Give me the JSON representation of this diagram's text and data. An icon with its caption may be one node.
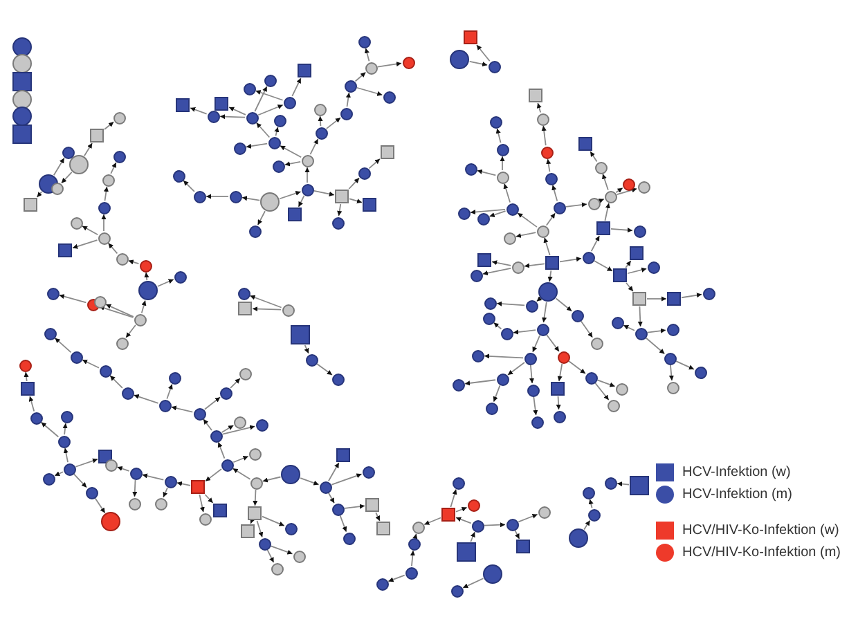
{
  "diagram": {
    "nodes": [
      {
        "text": [],
        "shape": "circle"
      },
      {
        "text": [],
        "shape": "circle"
      },
      {
        "text": [],
        "shape": "box"
      },
      {
        "text": [],
        "shape": "circle"
      },
      {
        "text": [],
        "shape": "circle"
      },
      {
        "text": [],
        "shape": "box"
      },
      {
        "text": [],
        "shape": "circle"
      },
      {
        "text": [],
        "shape": "box"
      },
      {
        "text": [],
        "shape": "circle"
      },
      {
        "text": [],
        "shape": "circle"
      },
      {
        "text": [],
        "shape": "circle"
      },
      {
        "text": [],
        "shape": "circle"
      },
      {
        "text": [],
        "shape": "box"
      },
      {
        "text": [],
        "shape": "circle"
      },
      {
        "text": [],
        "shape": "circle"
      },
      {
        "text": [],
        "shape": "circle"
      },
      {
        "text": [],
        "shape": "circle"
      },
      {
        "text": [],
        "shape": "circle"
      },
      {
        "text": [],
        "shape": "box"
      },
      {
        "text": [],
        "shape": "circle"
      },
      {
        "text": [],
        "shape": "circle"
      },
      {
        "text": [],
        "shape": "circle"
      },
      {
        "text": [],
        "shape": "circle"
      },
      {
        "text": [],
        "shape": "circle"
      },
      {
        "text": [],
        "shape": "circle"
      },
      {
        "text": [],
        "shape": "circle"
      },
      {
        "text": [],
        "shape": "circle"
      },
      {
        "text": [],
        "shape": "circle"
      },
      {
        "text": [],
        "shape": "circle"
      },
      {
        "text": [],
        "shape": "circle"
      },
      {
        "text": [],
        "shape": "circle"
      },
      {
        "text": [],
        "shape": "circle"
      },
      {
        "text": [],
        "shape": "circle"
      },
      {
        "text": [],
        "shape": "circle"
      },
      {
        "text": [],
        "shape": "circle"
      },
      {
        "text": [],
        "shape": "circle"
      },
      {
        "text": [],
        "shape": "circle"
      },
      {
        "text": [],
        "shape": "circle"
      },
      {
        "text": [],
        "shape": "box"
      },
      {
        "text": [],
        "shape": "circle"
      },
      {
        "text": [],
        "shape": "circle"
      },
      {
        "text": [],
        "shape": "circle"
      },
      {
        "text": [],
        "shape": "circle"
      },
      {
        "text": [],
        "shape": "box"
      },
      {
        "text": [],
        "shape": "box"
      },
      {
        "text": [],
        "shape": "circle"
      },
      {
        "text": [],
        "shape": "circle"
      },
      {
        "text": [],
        "shape": "circle"
      },
      {
        "text": [],
        "shape": "circle"
      },
      {
        "text": [],
        "shape": "circle"
      },
      {
        "text": [],
        "shape": "circle"
      },
      {
        "text": [],
        "shape": "circle"
      },
      {
        "text": [],
        "shape": "circle"
      },
      {
        "text": [],
        "shape": "circle"
      },
      {
        "text": [],
        "shape": "circle"
      },
      {
        "text": [],
        "shape": "box"
      },
      {
        "text": [],
        "shape": "box"
      },
      {
        "text": [],
        "shape": "circle"
      },
      {
        "text": [],
        "shape": "box"
      },
      {
        "text": [],
        "shape": "box"
      },
      {
        "text": [],
        "shape": "circle"
      },
      {
        "text": [],
        "shape": "box"
      },
      {
        "text": [],
        "shape": "circle"
      },
      {
        "text": [],
        "shape": "circle"
      },
      {
        "text": [],
        "shape": "circle"
      },
      {
        "text": [],
        "shape": "box"
      },
      {
        "text": [],
        "shape": "circle"
      },
      {
        "text": [],
        "shape": "box"
      },
      {
        "text": [],
        "shape": "circle"
      },
      {
        "text": [],
        "shape": "circle"
      },
      {
        "text": [],
        "shape": "circle"
      },
      {
        "text": [],
        "shape": "circle"
      },
      {
        "text": [],
        "shape": "circle"
      },
      {
        "text": [],
        "shape": "circle"
      },
      {
        "text": [],
        "shape": "circle"
      },
      {
        "text": [],
        "shape": "circle"
      },
      {
        "text": [],
        "shape": "circle"
      },
      {
        "text": [],
        "shape": "circle"
      },
      {
        "text": [],
        "shape": "circle"
      },
      {
        "text": [],
        "shape": "circle"
      },
      {
        "text": [],
        "shape": "circle"
      },
      {
        "text": [],
        "shape": "circle"
      },
      {
        "text": [],
        "shape": "circle"
      },
      {
        "text": [],
        "shape": "circle"
      },
      {
        "text": [],
        "shape": "circle"
      },
      {
        "text": [],
        "shape": "circle"
      },
      {
        "text": [],
        "shape": "circle"
      },
      {
        "text": [],
        "shape": "box"
      },
      {
        "text": [],
        "shape": "circle"
      },
      {
        "text": [],
        "shape": "circle"
      },
      {
        "text": [],
        "shape": "box"
      },
      {
        "text": [],
        "shape": "box"
      },
      {
        "text": [],
        "shape": "circle"
      },
      {
        "text": [],
        "shape": "box"
      },
      {
        "text": [],
        "shape": "box"
      },
      {
        "text": [],
        "shape": "circle"
      },
      {
        "text": [],
        "shape": "circle"
      },
      {
        "text": [],
        "shape": "circle"
      },
      {
        "text": [],
        "shape": "circle"
      },
      {
        "text": [],
        "shape": "box"
      },
      {
        "text": [],
        "shape": "box"
      },
      {
        "text": [],
        "shape": "circle"
      },
      {
        "text": [],
        "shape": "circle"
      },
      {
        "text": [],
        "shape": "circle"
      },
      {
        "text": [],
        "shape": "circle"
      },
      {
        "text": [],
        "shape": "circle"
      },
      {
        "text": [],
        "shape": "box"
      },
      {
        "text": [],
        "shape": "circle"
      },
      {
        "text": [],
        "shape": "circle"
      },
      {
        "text": [],
        "shape": "circle"
      },
      {
        "text": [],
        "shape": "circle"
      },
      {
        "text": [],
        "shape": "circle"
      },
      {
        "text": [],
        "shape": "circle"
      },
      {
        "text": [],
        "shape": "circle"
      },
      {
        "text": [],
        "shape": "circle"
      },
      {
        "text": [],
        "shape": "box"
      },
      {
        "text": [],
        "shape": "circle"
      },
      {
        "text": [],
        "shape": "circle"
      },
      {
        "text": [],
        "shape": "circle"
      },
      {
        "text": [],
        "shape": "circle"
      },
      {
        "text": [],
        "shape": "circle"
      },
      {
        "text": [],
        "shape": "box"
      },
      {
        "text": [],
        "shape": "circle"
      },
      {
        "text": [],
        "shape": "circle"
      },
      {
        "text": [],
        "shape": "circle"
      },
      {
        "text": [],
        "shape": "circle"
      },
      {
        "text": [],
        "shape": "circle"
      },
      {
        "text": [],
        "shape": "box"
      },
      {
        "text": [],
        "shape": "box"
      },
      {
        "text": [],
        "shape": "circle"
      },
      {
        "text": [],
        "shape": "circle"
      },
      {
        "text": [],
        "shape": "circle"
      },
      {
        "text": [],
        "shape": "circle"
      },
      {
        "text": [],
        "shape": "circle"
      },
      {
        "text": [],
        "shape": "circle"
      },
      {
        "text": [],
        "shape": "box"
      },
      {
        "text": [],
        "shape": "box"
      },
      {
        "text": [],
        "shape": "circle"
      },
      {
        "text": [],
        "shape": "circle"
      },
      {
        "text": [],
        "shape": "circle"
      },
      {
        "text": [],
        "shape": "circle"
      },
      {
        "text": [],
        "shape": "circle"
      },
      {
        "text": [],
        "shape": "circle"
      },
      {
        "text": [],
        "shape": "circle"
      },
      {
        "text": [],
        "shape": "circle"
      },
      {
        "text": [],
        "shape": "circle"
      },
      {
        "text": [],
        "shape": "circle"
      },
      {
        "text": [],
        "shape": "circle"
      },
      {
        "text": [],
        "shape": "circle"
      },
      {
        "text": [],
        "shape": "circle"
      },
      {
        "text": [],
        "shape": "circle"
      },
      {
        "text": [],
        "shape": "circle"
      },
      {
        "text": [],
        "shape": "circle"
      },
      {
        "text": [],
        "shape": "circle"
      },
      {
        "text": [],
        "shape": "circle"
      },
      {
        "text": [],
        "shape": "box"
      },
      {
        "text": [],
        "shape": "box"
      },
      {
        "text": [],
        "shape": "circle"
      },
      {
        "text": [],
        "shape": "circle"
      },
      {
        "text": [],
        "shape": "box"
      },
      {
        "text": [],
        "shape": "circle"
      },
      {
        "text": [],
        "shape": "box"
      },
      {
        "text": [],
        "shape": "circle"
      },
      {
        "text": [],
        "shape": "box"
      },
      {
        "text": [],
        "shape": "box"
      },
      {
        "text": [],
        "shape": "circle"
      },
      {
        "text": [],
        "shape": "box"
      },
      {
        "text": [],
        "shape": "box"
      },
      {
        "text": [],
        "shape": "circle"
      },
      {
        "text": [],
        "shape": "circle"
      },
      {
        "text": [],
        "shape": "circle"
      },
      {
        "text": [],
        "shape": "circle"
      },
      {
        "text": [],
        "shape": "circle"
      },
      {
        "text": [],
        "shape": "circle"
      },
      {
        "text": [],
        "shape": "circle"
      },
      {
        "text": [],
        "shape": "circle"
      },
      {
        "text": [],
        "shape": "circle"
      },
      {
        "text": [],
        "shape": "circle"
      },
      {
        "text": [],
        "shape": "circle"
      },
      {
        "text": [],
        "shape": "circle"
      },
      {
        "text": [],
        "shape": "circle"
      },
      {
        "text": [],
        "shape": "circle"
      },
      {
        "text": [],
        "shape": "circle"
      },
      {
        "text": [],
        "shape": "circle"
      },
      {
        "text": [],
        "shape": "circle"
      },
      {
        "text": [],
        "shape": "box"
      },
      {
        "text": [],
        "shape": "circle"
      },
      {
        "text": [],
        "shape": "circle"
      },
      {
        "text": [],
        "shape": "circle"
      },
      {
        "text": [],
        "shape": "circle"
      },
      {
        "text": [],
        "shape": "circle"
      },
      {
        "text": [],
        "shape": "circle"
      },
      {
        "text": [],
        "shape": "circle"
      },
      {
        "text": [],
        "shape": "circle"
      },
      {
        "text": [],
        "shape": "circle"
      },
      {
        "text": [],
        "shape": "circle"
      }
    ],
    "edges": [
      {
        "from": 8,
        "to": 7,
        "arrow": "to"
      },
      {
        "from": 7,
        "to": 6,
        "arrow": "to"
      },
      {
        "from": 8,
        "to": 11,
        "arrow": "to"
      },
      {
        "from": 10,
        "to": 9,
        "arrow": "to"
      },
      {
        "from": 10,
        "to": 12,
        "arrow": "to"
      },
      {
        "from": 23,
        "to": 21,
        "arrow": "to"
      },
      {
        "from": 21,
        "to": 20,
        "arrow": "to"
      },
      {
        "from": 20,
        "to": 19,
        "arrow": "to"
      },
      {
        "from": 19,
        "to": 16,
        "arrow": "to"
      },
      {
        "from": 16,
        "to": 17,
        "arrow": "to"
      },
      {
        "from": 16,
        "to": 18,
        "arrow": "to"
      },
      {
        "from": 16,
        "to": 15,
        "arrow": "to"
      },
      {
        "from": 15,
        "to": 14,
        "arrow": "to"
      },
      {
        "from": 14,
        "to": 13,
        "arrow": "to"
      },
      {
        "from": 21,
        "to": 22,
        "arrow": "to"
      },
      {
        "from": 23,
        "to": 24,
        "arrow": "to"
      },
      {
        "from": 24,
        "to": 25,
        "arrow": "to"
      },
      {
        "from": 23,
        "to": 26,
        "arrow": "to"
      },
      {
        "from": 23,
        "to": 27,
        "arrow": "to"
      },
      {
        "from": 50,
        "to": 49,
        "arrow": "to"
      },
      {
        "from": 49,
        "to": 36,
        "arrow": "to"
      },
      {
        "from": 50,
        "to": 51,
        "arrow": "to"
      },
      {
        "from": 51,
        "to": 52,
        "arrow": "to"
      },
      {
        "from": 52,
        "to": 53,
        "arrow": "to"
      },
      {
        "from": 50,
        "to": 54,
        "arrow": "to"
      },
      {
        "from": 49,
        "to": 55,
        "arrow": "to"
      },
      {
        "from": 49,
        "to": 56,
        "arrow": "to"
      },
      {
        "from": 56,
        "to": 57,
        "arrow": "to"
      },
      {
        "from": 57,
        "to": 58,
        "arrow": "to"
      },
      {
        "from": 56,
        "to": 59,
        "arrow": "to"
      },
      {
        "from": 56,
        "to": 60,
        "arrow": "to"
      },
      {
        "from": 36,
        "to": 35,
        "arrow": "to"
      },
      {
        "from": 35,
        "to": 33,
        "arrow": "to"
      },
      {
        "from": 33,
        "to": 31,
        "arrow": "to"
      },
      {
        "from": 31,
        "to": 29,
        "arrow": "to"
      },
      {
        "from": 29,
        "to": 28,
        "arrow": "to"
      },
      {
        "from": 29,
        "to": 30,
        "arrow": "to"
      },
      {
        "from": 31,
        "to": 32,
        "arrow": "to"
      },
      {
        "from": 35,
        "to": 34,
        "arrow": "to"
      },
      {
        "from": 36,
        "to": 46,
        "arrow": "to"
      },
      {
        "from": 36,
        "to": 48,
        "arrow": "to"
      },
      {
        "from": 46,
        "to": 47,
        "arrow": "to"
      },
      {
        "from": 46,
        "to": 41,
        "arrow": "to"
      },
      {
        "from": 41,
        "to": 42,
        "arrow": "to"
      },
      {
        "from": 42,
        "to": 43,
        "arrow": "to"
      },
      {
        "from": 41,
        "to": 44,
        "arrow": "to"
      },
      {
        "from": 41,
        "to": 39,
        "arrow": "to"
      },
      {
        "from": 41,
        "to": 37,
        "arrow": "to"
      },
      {
        "from": 37,
        "to": 38,
        "arrow": "to"
      },
      {
        "from": 37,
        "to": 40,
        "arrow": "to"
      },
      {
        "from": 46,
        "to": 45,
        "arrow": "to"
      },
      {
        "from": 62,
        "to": 63,
        "arrow": "to"
      },
      {
        "from": 63,
        "to": 61,
        "arrow": "to"
      },
      {
        "from": 66,
        "to": 64,
        "arrow": "to"
      },
      {
        "from": 66,
        "to": 65,
        "arrow": "to"
      },
      {
        "from": 67,
        "to": 68,
        "arrow": "to"
      },
      {
        "from": 68,
        "to": 69,
        "arrow": "to"
      },
      {
        "from": 84,
        "to": 85,
        "arrow": "to"
      },
      {
        "from": 85,
        "to": 82,
        "arrow": "to"
      },
      {
        "from": 85,
        "to": 93,
        "arrow": "to"
      },
      {
        "from": 93,
        "to": 94,
        "arrow": "to"
      },
      {
        "from": 93,
        "to": 95,
        "arrow": "to"
      },
      {
        "from": 93,
        "to": 96,
        "arrow": "to"
      },
      {
        "from": 96,
        "to": 97,
        "arrow": "to"
      },
      {
        "from": 96,
        "to": 98,
        "arrow": "to"
      },
      {
        "from": 84,
        "to": 86,
        "arrow": "to"
      },
      {
        "from": 86,
        "to": 87,
        "arrow": "to"
      },
      {
        "from": 86,
        "to": 88,
        "arrow": "to"
      },
      {
        "from": 86,
        "to": 89,
        "arrow": "to"
      },
      {
        "from": 89,
        "to": 90,
        "arrow": "to"
      },
      {
        "from": 90,
        "to": 91,
        "arrow": "to"
      },
      {
        "from": 89,
        "to": 92,
        "arrow": "to"
      },
      {
        "from": 82,
        "to": 83,
        "arrow": "to"
      },
      {
        "from": 82,
        "to": 79,
        "arrow": "to"
      },
      {
        "from": 79,
        "to": 76,
        "arrow": "to"
      },
      {
        "from": 79,
        "to": 80,
        "arrow": "to"
      },
      {
        "from": 79,
        "to": 81,
        "arrow": "to"
      },
      {
        "from": 76,
        "to": 74,
        "arrow": "to"
      },
      {
        "from": 76,
        "to": 77,
        "arrow": "to"
      },
      {
        "from": 77,
        "to": 78,
        "arrow": "to"
      },
      {
        "from": 74,
        "to": 75,
        "arrow": "to"
      },
      {
        "from": 74,
        "to": 73,
        "arrow": "to"
      },
      {
        "from": 73,
        "to": 72,
        "arrow": "to"
      },
      {
        "from": 72,
        "to": 71,
        "arrow": "to"
      },
      {
        "from": 71,
        "to": 70,
        "arrow": "to"
      },
      {
        "from": 82,
        "to": 99,
        "arrow": "to"
      },
      {
        "from": 99,
        "to": 100,
        "arrow": "to"
      },
      {
        "from": 99,
        "to": 101,
        "arrow": "to"
      },
      {
        "from": 99,
        "to": 102,
        "arrow": "to"
      },
      {
        "from": 102,
        "to": 103,
        "arrow": "to"
      },
      {
        "from": 102,
        "to": 104,
        "arrow": "to"
      },
      {
        "from": 104,
        "to": 105,
        "arrow": "to"
      },
      {
        "from": 104,
        "to": 107,
        "arrow": "to"
      },
      {
        "from": 108,
        "to": 106,
        "arrow": "to"
      },
      {
        "from": 108,
        "to": 109,
        "arrow": "to"
      },
      {
        "from": 108,
        "to": 112,
        "arrow": "to"
      },
      {
        "from": 112,
        "to": 113,
        "arrow": "to"
      },
      {
        "from": 112,
        "to": 114,
        "arrow": "to"
      },
      {
        "from": 114,
        "to": 115,
        "arrow": "to"
      },
      {
        "from": 115,
        "to": 116,
        "arrow": "to"
      },
      {
        "from": 108,
        "to": 110,
        "arrow": "to"
      },
      {
        "from": 110,
        "to": 111,
        "arrow": "to"
      },
      {
        "from": 118,
        "to": 117,
        "arrow": "to"
      },
      {
        "from": 119,
        "to": 118,
        "arrow": "to"
      },
      {
        "from": 119,
        "to": 120,
        "arrow": "to"
      },
      {
        "from": 121,
        "to": 117,
        "arrow": "to"
      },
      {
        "from": 121,
        "to": 122,
        "arrow": "to"
      },
      {
        "from": 121,
        "to": 123,
        "arrow": "to"
      },
      {
        "from": 124,
        "to": 121,
        "arrow": "to"
      },
      {
        "from": 124,
        "to": 125,
        "arrow": "to"
      },
      {
        "from": 125,
        "to": 126,
        "arrow": "to"
      },
      {
        "from": 125,
        "to": 127,
        "arrow": "to"
      },
      {
        "from": 128,
        "to": 124,
        "arrow": "to"
      },
      {
        "from": 129,
        "to": 130,
        "arrow": "to"
      },
      {
        "from": 133,
        "to": 132,
        "arrow": "to"
      },
      {
        "from": 132,
        "to": 131,
        "arrow": "to"
      },
      {
        "from": 135,
        "to": 134,
        "arrow": "to"
      },
      {
        "from": 140,
        "to": 139,
        "arrow": "to"
      },
      {
        "from": 139,
        "to": 138,
        "arrow": "to"
      },
      {
        "from": 138,
        "to": 137,
        "arrow": "to"
      },
      {
        "from": 137,
        "to": 136,
        "arrow": "to"
      },
      {
        "from": 141,
        "to": 140,
        "arrow": "to"
      },
      {
        "from": 140,
        "to": 150,
        "arrow": "to"
      },
      {
        "from": 150,
        "to": 151,
        "arrow": "to"
      },
      {
        "from": 151,
        "to": 152,
        "arrow": "to"
      },
      {
        "from": 151,
        "to": 153,
        "arrow": "to"
      },
      {
        "from": 151,
        "to": 154,
        "arrow": "to"
      },
      {
        "from": 154,
        "to": 155,
        "arrow": "to"
      },
      {
        "from": 156,
        "to": 151,
        "arrow": "to"
      },
      {
        "from": 156,
        "to": 157,
        "arrow": "to"
      },
      {
        "from": 158,
        "to": 156,
        "arrow": "to"
      },
      {
        "from": 159,
        "to": 158,
        "arrow": "to"
      },
      {
        "from": 159,
        "to": 141,
        "arrow": "to"
      },
      {
        "from": 141,
        "to": 142,
        "arrow": "to"
      },
      {
        "from": 141,
        "to": 143,
        "arrow": "to"
      },
      {
        "from": 143,
        "to": 144,
        "arrow": "to"
      },
      {
        "from": 143,
        "to": 148,
        "arrow": "to"
      },
      {
        "from": 143,
        "to": 149,
        "arrow": "to"
      },
      {
        "from": 144,
        "to": 147,
        "arrow": "to"
      },
      {
        "from": 144,
        "to": 145,
        "arrow": "to"
      },
      {
        "from": 145,
        "to": 146,
        "arrow": "to"
      },
      {
        "from": 159,
        "to": 160,
        "arrow": "to"
      },
      {
        "from": 160,
        "to": 161,
        "arrow": "to"
      },
      {
        "from": 160,
        "to": 162,
        "arrow": "to"
      },
      {
        "from": 158,
        "to": 163,
        "arrow": "to"
      },
      {
        "from": 163,
        "to": 164,
        "arrow": "to"
      },
      {
        "from": 163,
        "to": 165,
        "arrow": "to"
      },
      {
        "from": 163,
        "to": 166,
        "arrow": "to"
      },
      {
        "from": 166,
        "to": 167,
        "arrow": "to"
      },
      {
        "from": 167,
        "to": 168,
        "arrow": "to"
      },
      {
        "from": 166,
        "to": 190,
        "arrow": "to"
      },
      {
        "from": 190,
        "to": 191,
        "arrow": "to"
      },
      {
        "from": 190,
        "to": 192,
        "arrow": "to"
      },
      {
        "from": 190,
        "to": 193,
        "arrow": "to"
      },
      {
        "from": 193,
        "to": 194,
        "arrow": "to"
      },
      {
        "from": 193,
        "to": 195,
        "arrow": "to"
      },
      {
        "from": 159,
        "to": 169,
        "arrow": "to"
      },
      {
        "from": 169,
        "to": 170,
        "arrow": "to"
      },
      {
        "from": 170,
        "to": 171,
        "arrow": "to"
      },
      {
        "from": 169,
        "to": 172,
        "arrow": "to"
      },
      {
        "from": 172,
        "to": 173,
        "arrow": "to"
      },
      {
        "from": 169,
        "to": 174,
        "arrow": "to"
      },
      {
        "from": 174,
        "to": 175,
        "arrow": "to"
      },
      {
        "from": 175,
        "to": 176,
        "arrow": "to"
      },
      {
        "from": 174,
        "to": 177,
        "arrow": "to"
      },
      {
        "from": 177,
        "to": 178,
        "arrow": "to"
      },
      {
        "from": 177,
        "to": 179,
        "arrow": "to"
      },
      {
        "from": 179,
        "to": 180,
        "arrow": "to"
      },
      {
        "from": 179,
        "to": 181,
        "arrow": "to"
      },
      {
        "from": 177,
        "to": 182,
        "arrow": "to"
      },
      {
        "from": 182,
        "to": 183,
        "arrow": "to"
      },
      {
        "from": 174,
        "to": 184,
        "arrow": "to"
      },
      {
        "from": 184,
        "to": 185,
        "arrow": "to"
      },
      {
        "from": 185,
        "to": 186,
        "arrow": "to"
      },
      {
        "from": 184,
        "to": 187,
        "arrow": "to"
      },
      {
        "from": 187,
        "to": 188,
        "arrow": "to"
      },
      {
        "from": 187,
        "to": 189,
        "arrow": "to"
      }
    ],
    "legend": [
      {
        "text": "HCV-Infektion (w)",
        "color": "#3b4ea6"
      },
      {
        "text": "HCV-Infektion (m)",
        "color": "#3b4ea6"
      },
      {
        "text": "HCV/HIV-Ko-Infektion (w)",
        "color": "#ee3a2a"
      },
      {
        "text": "HCV/HIV-Ko-Infektion (m)",
        "color": "#ee3a2a"
      }
    ]
  }
}
